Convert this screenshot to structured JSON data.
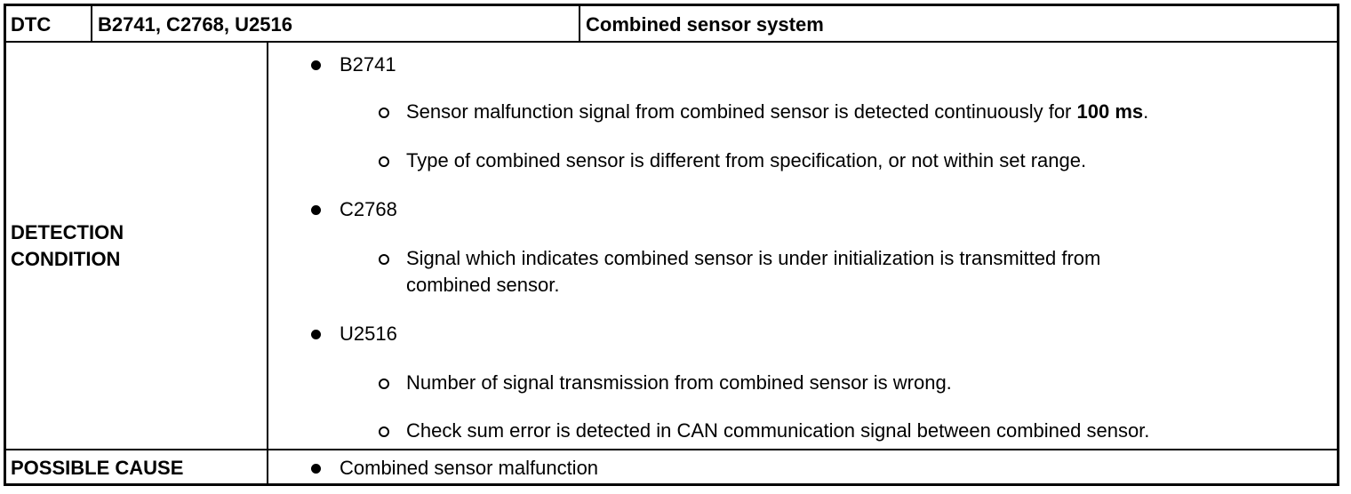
{
  "header": {
    "dtc_label": "DTC",
    "dtc_codes": "B2741, C2768, U2516",
    "system_name": "Combined sensor system"
  },
  "detection": {
    "label_line1": "DETECTION",
    "label_line2": "CONDITION",
    "groups": [
      {
        "code": "B2741",
        "items": [
          {
            "text": "Sensor malfunction signal from combined sensor is detected continuously for ",
            "emphasis": "100 ms",
            "suffix": "."
          },
          {
            "text": "Type of combined sensor is different from specification, or not within set range."
          }
        ]
      },
      {
        "code": "C2768",
        "items": [
          {
            "line1": "Signal which indicates combined sensor is under initialization is transmitted from",
            "line2": "combined sensor."
          }
        ]
      },
      {
        "code": "U2516",
        "items": [
          {
            "text": "Number of signal transmission from combined sensor is wrong."
          },
          {
            "text": "Check sum error is detected in CAN communication signal between combined sensor."
          }
        ]
      }
    ]
  },
  "possible_cause": {
    "label": "POSSIBLE CAUSE",
    "items": [
      "Combined sensor malfunction"
    ]
  }
}
